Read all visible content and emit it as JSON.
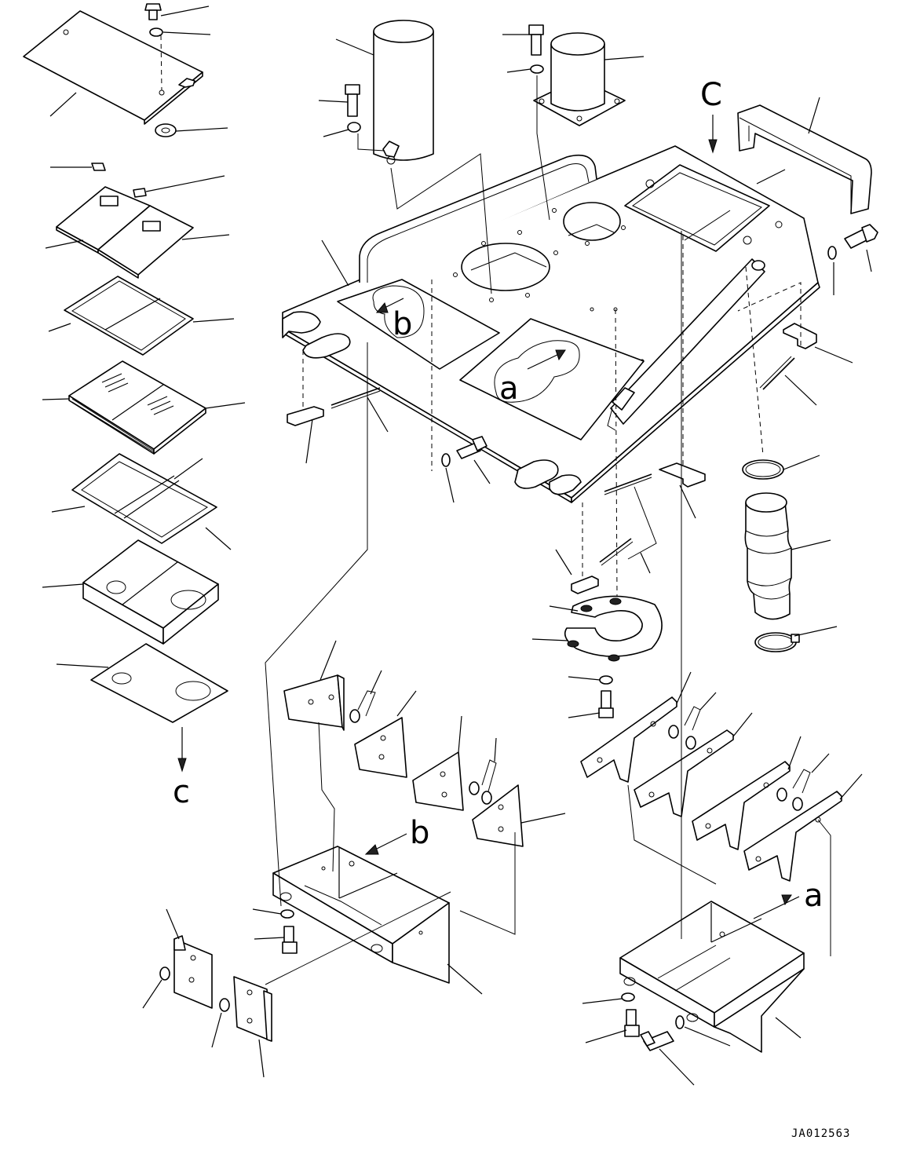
{
  "diagram": {
    "markers": {
      "c_top": "C",
      "a_on_plate": "a",
      "b_on_plate": "b",
      "c_bottom": "c",
      "b_arrow": "b",
      "a_arrow": "a"
    },
    "drawing_code": "JA012563"
  }
}
